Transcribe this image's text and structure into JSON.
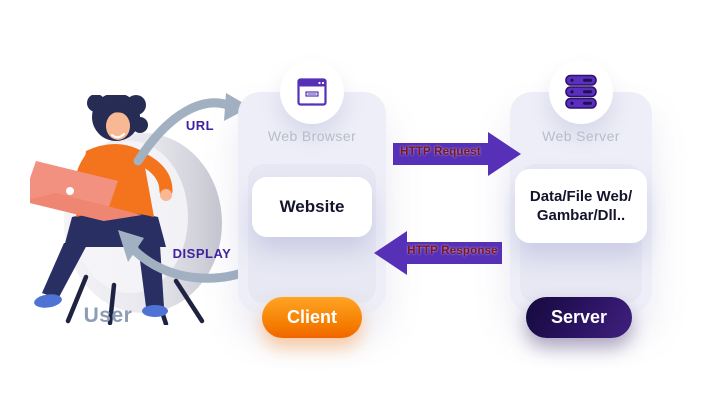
{
  "user": {
    "label": "User",
    "illustration": "person-sitting-on-chair-with-laptop"
  },
  "flows": {
    "url_label": "URL",
    "display_label": "DISPLAY",
    "request_label": "HTTP Request",
    "response_label": "HTTP Response"
  },
  "browser_panel": {
    "title": "Web Browser",
    "icon": "browser-window-icon",
    "content_box": "Website",
    "badge": "Client"
  },
  "server_panel": {
    "title": "Web Server",
    "icon": "server-stack-icon",
    "content_lines": [
      "Data/File Web/",
      "Gambar/Dll.."
    ],
    "badge": "Server"
  },
  "colors": {
    "panel_bg": "#edeef7",
    "panel_inner": "#e7e8f3",
    "purple_arrow": "#5630b6",
    "http_label_text": "#7d1520",
    "gray_arrow": "#a2b1c2",
    "flow_word_purple": "#41219f",
    "muted_title": "#b7bdc9",
    "card_text": "#14142c",
    "client_gradient": [
      "#ffa424",
      "#f06400"
    ],
    "server_gradient": [
      "#150a3d",
      "#40207e"
    ],
    "user_label_gray": "#8e9cb8",
    "shirt_orange": "#f4731d"
  }
}
